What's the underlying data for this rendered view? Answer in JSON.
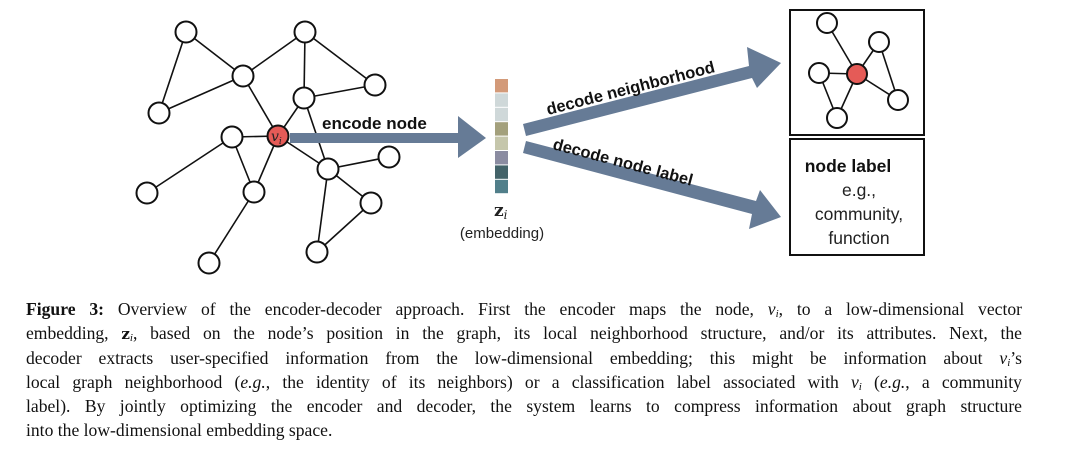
{
  "figure": {
    "encode_label": "encode node",
    "decode_neighborhood_label": "decode neighborhood",
    "decode_label_label": "decode node label",
    "target_node_symbol": "v",
    "target_node_subscript": "i",
    "embedding_symbol": "z",
    "embedding_subscript": "i",
    "embedding_caption": "(embedding)",
    "node_label_box": {
      "title": "node label",
      "lines": [
        "e.g.,",
        "community,",
        "function"
      ]
    },
    "colors": {
      "arrow": "#667b96",
      "target_node": "#e55b57",
      "node_fill": "#ffffff",
      "edge": "#111111"
    },
    "embedding_cells": [
      "#d39a79",
      "#cfd8d9",
      "#cfd8d9",
      "#a3a07c",
      "#c5c6ab",
      "#8b8ca1",
      "#436369",
      "#517f8a"
    ],
    "graph": {
      "nodes": [
        "A",
        "B",
        "C",
        "D",
        "E",
        "F",
        "G",
        "T",
        "H",
        "I",
        "J",
        "K",
        "L",
        "M",
        "N"
      ],
      "edges": [
        [
          "A",
          "C"
        ],
        [
          "A",
          "E"
        ],
        [
          "E",
          "C"
        ],
        [
          "C",
          "B"
        ],
        [
          "B",
          "D"
        ],
        [
          "B",
          "F"
        ],
        [
          "F",
          "D"
        ],
        [
          "C",
          "T"
        ],
        [
          "F",
          "T"
        ],
        [
          "F",
          "I"
        ],
        [
          "T",
          "G"
        ],
        [
          "T",
          "K"
        ],
        [
          "T",
          "I"
        ],
        [
          "G",
          "K"
        ],
        [
          "G",
          "J"
        ],
        [
          "K",
          "N"
        ],
        [
          "I",
          "H"
        ],
        [
          "I",
          "L"
        ],
        [
          "I",
          "M"
        ],
        [
          "L",
          "M"
        ]
      ]
    },
    "neighborhood_graph": {
      "nodes": [
        "top",
        "rtop",
        "left",
        "T",
        "rbot",
        "bot"
      ],
      "edges": [
        [
          "top",
          "T"
        ],
        [
          "left",
          "T"
        ],
        [
          "left",
          "bot"
        ],
        [
          "bot",
          "T"
        ],
        [
          "T",
          "rtop"
        ],
        [
          "rtop",
          "rbot"
        ],
        [
          "T",
          "rbot"
        ]
      ]
    }
  },
  "caption": {
    "figure_label": "Figure 3:",
    "l1a": " Overview of the encoder-decoder approach.  First the encoder maps the node, ",
    "l1v": "v",
    "l1sub": "i",
    "l1b": ", to a low-dimensional vector",
    "l2a": "embedding, ",
    "l2z": "z",
    "l2sub": "i",
    "l2b": ", based on the node’s position in the graph, its local neighborhood structure, and/or its attributes. Next, the",
    "l3a": "decoder extracts user-specified information from the low-dimensional embedding; this might be information about ",
    "l3v": "v",
    "l3sub": "i",
    "l3b": "’s",
    "l4a": "local graph neighborhood (",
    "l4eg": "e.g.",
    "l4b": ", the identity of its neighbors) or a classification label associated with ",
    "l4v": "v",
    "l4sub": "i",
    "l4c": " (",
    "l4eg2": "e.g.",
    "l4d": ", a community",
    "l5": "label).  By jointly optimizing the encoder and decoder, the system learns to compress information about graph structure",
    "l6": "into the low-dimensional embedding space."
  }
}
